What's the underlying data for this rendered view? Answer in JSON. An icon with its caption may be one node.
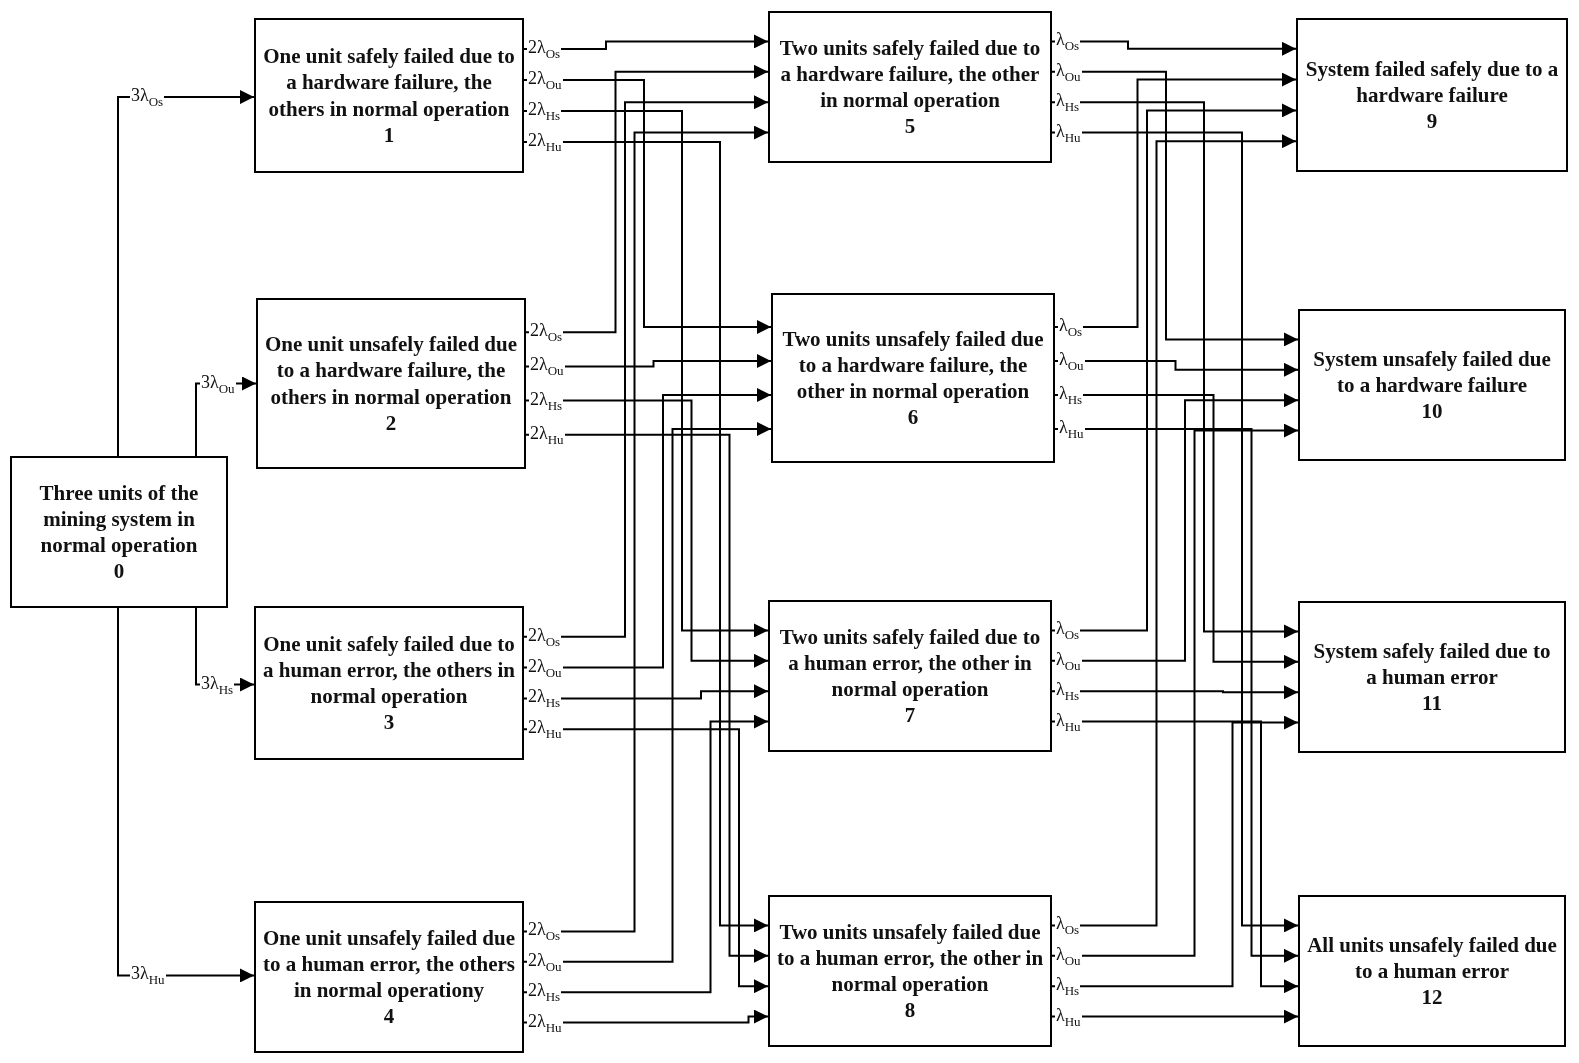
{
  "diagram": {
    "nodes": [
      {
        "text": [
          "Three units of the mining system in normal operation",
          "0"
        ]
      },
      {
        "text": [
          "One unit safely failed due to a hardware failure, the others in normal operation",
          "1"
        ]
      },
      {
        "text": [
          "One unit unsafely failed due to a hardware failure, the others in normal operation",
          "2"
        ]
      },
      {
        "text": [
          "One unit safely failed due to a human error, the others in normal operation",
          "3"
        ]
      },
      {
        "text": [
          "One unit unsafely failed due to a human error, the others in normal operationy",
          "4"
        ]
      },
      {
        "text": [
          "Two units safely failed due to a hardware failure, the other in normal operation",
          "5"
        ]
      },
      {
        "text": [
          "Two units unsafely failed due to a hardware failure, the other in normal operation",
          "6"
        ]
      },
      {
        "text": [
          "Two units safely failed due to a human error, the other in normal operation",
          "7"
        ]
      },
      {
        "text": [
          "Two units unsafely failed due to a human error, the other in normal operation",
          "8"
        ]
      },
      {
        "text": [
          "System failed safely due to a hardware failure",
          "9"
        ]
      },
      {
        "text": [
          "System unsafely failed due to a hardware failure",
          "10"
        ]
      },
      {
        "text": [
          "System safely failed due to a human error",
          "11"
        ]
      },
      {
        "text": [
          "All units unsafely failed due to a human error",
          "12"
        ]
      }
    ],
    "edges": [
      {
        "from": 0,
        "to": 1,
        "arrow": "to",
        "label": "3λ$_{Os}$"
      },
      {
        "from": 0,
        "to": 2,
        "arrow": "to",
        "label": "3λ$_{Ou}$"
      },
      {
        "from": 0,
        "to": 3,
        "arrow": "to",
        "label": "3λ$_{Hs}$"
      },
      {
        "from": 0,
        "to": 4,
        "arrow": "to",
        "label": "3λ$_{Hu}$"
      },
      {
        "from": 1,
        "to": 5,
        "arrow": "to",
        "label": "2λ$_{Os}$"
      },
      {
        "from": 1,
        "to": 6,
        "arrow": "to",
        "label": "2λ$_{Ou}$"
      },
      {
        "from": 1,
        "to": 7,
        "arrow": "to",
        "label": "2λ$_{Hs}$"
      },
      {
        "from": 1,
        "to": 8,
        "arrow": "to",
        "label": "2λ$_{Hu}$"
      },
      {
        "from": 2,
        "to": 5,
        "arrow": "to",
        "label": "2λ$_{Os}$"
      },
      {
        "from": 2,
        "to": 6,
        "arrow": "to",
        "label": "2λ$_{Ou}$"
      },
      {
        "from": 2,
        "to": 7,
        "arrow": "to",
        "label": "2λ$_{Hs}$"
      },
      {
        "from": 2,
        "to": 8,
        "arrow": "to",
        "label": "2λ$_{Hu}$"
      },
      {
        "from": 3,
        "to": 5,
        "arrow": "to",
        "label": "2λ$_{Os}$"
      },
      {
        "from": 3,
        "to": 6,
        "arrow": "to",
        "label": "2λ$_{Ou}$"
      },
      {
        "from": 3,
        "to": 7,
        "arrow": "to",
        "label": "2λ$_{Hs}$"
      },
      {
        "from": 3,
        "to": 8,
        "arrow": "to",
        "label": "2λ$_{Hu}$"
      },
      {
        "from": 4,
        "to": 5,
        "arrow": "to",
        "label": "2λ$_{Os}$"
      },
      {
        "from": 4,
        "to": 6,
        "arrow": "to",
        "label": "2λ$_{Ou}$"
      },
      {
        "from": 4,
        "to": 7,
        "arrow": "to",
        "label": "2λ$_{Hs}$"
      },
      {
        "from": 4,
        "to": 8,
        "arrow": "to",
        "label": "2λ$_{Hu}$"
      },
      {
        "from": 5,
        "to": 9,
        "arrow": "to",
        "label": "λ$_{Os}$"
      },
      {
        "from": 5,
        "to": 10,
        "arrow": "to",
        "label": "λ$_{Ou}$"
      },
      {
        "from": 5,
        "to": 11,
        "arrow": "to",
        "label": "λ$_{Hs}$"
      },
      {
        "from": 5,
        "to": 12,
        "arrow": "to",
        "label": "λ$_{Hu}$"
      },
      {
        "from": 6,
        "to": 9,
        "arrow": "to",
        "label": "λ$_{Os}$"
      },
      {
        "from": 6,
        "to": 10,
        "arrow": "to",
        "label": "λ$_{Ou}$"
      },
      {
        "from": 6,
        "to": 11,
        "arrow": "to",
        "label": "λ$_{Hs}$"
      },
      {
        "from": 6,
        "to": 12,
        "arrow": "to",
        "label": "λ$_{Hu}$"
      },
      {
        "from": 7,
        "to": 9,
        "arrow": "to",
        "label": "λ$_{Os}$"
      },
      {
        "from": 7,
        "to": 10,
        "arrow": "to",
        "label": "λ$_{Ou}$"
      },
      {
        "from": 7,
        "to": 11,
        "arrow": "to",
        "label": "λ$_{Hs}$"
      },
      {
        "from": 7,
        "to": 12,
        "arrow": "to",
        "label": "λ$_{Hu}$"
      },
      {
        "from": 8,
        "to": 9,
        "arrow": "to",
        "label": "λ$_{Os}$"
      },
      {
        "from": 8,
        "to": 10,
        "arrow": "to",
        "label": "λ$_{Ou}$"
      },
      {
        "from": 8,
        "to": 11,
        "arrow": "to",
        "label": "λ$_{Hs}$"
      },
      {
        "from": 8,
        "to": 12,
        "arrow": "to",
        "label": "λ$_{Hu}$"
      }
    ]
  }
}
